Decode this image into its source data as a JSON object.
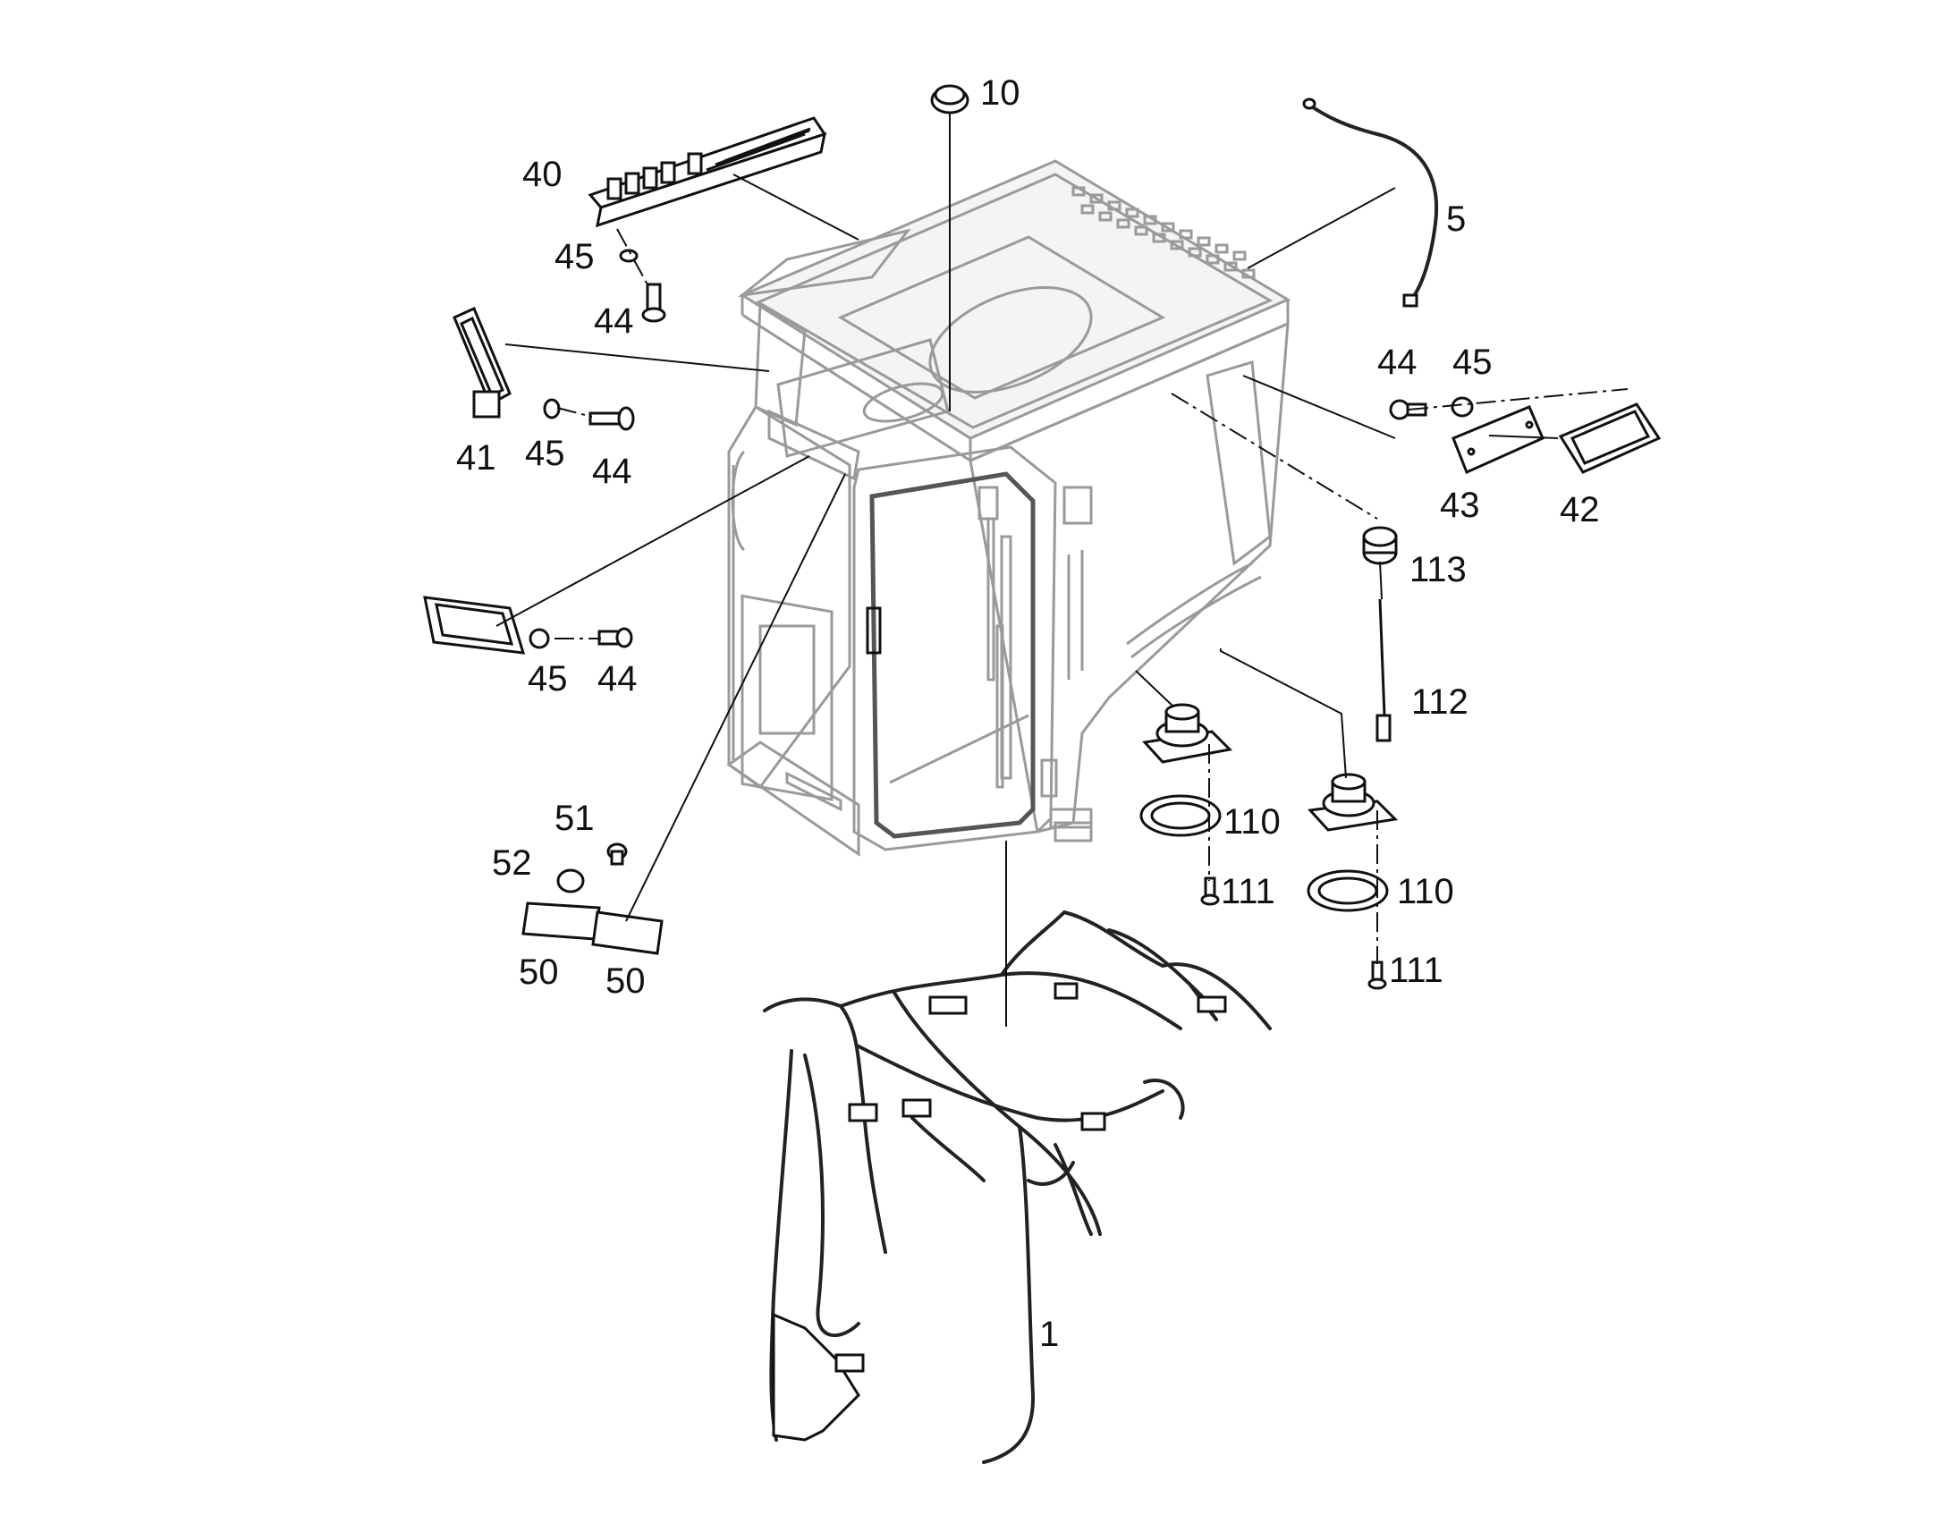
{
  "diagram": {
    "callouts": {
      "c1": "1",
      "c5": "5",
      "c10": "10",
      "c40": "40",
      "c41": "41",
      "c42": "42",
      "c43": "43",
      "c44a": "44",
      "c44b": "44",
      "c44c": "44",
      "c44d": "44",
      "c45a": "45",
      "c45b": "45",
      "c45c": "45",
      "c45d": "45",
      "c50a": "50",
      "c50b": "50",
      "c51": "51",
      "c52": "52",
      "c110a": "110",
      "c110b": "110",
      "c111a": "111",
      "c111b": "111",
      "c112": "112",
      "c113": "113"
    }
  }
}
